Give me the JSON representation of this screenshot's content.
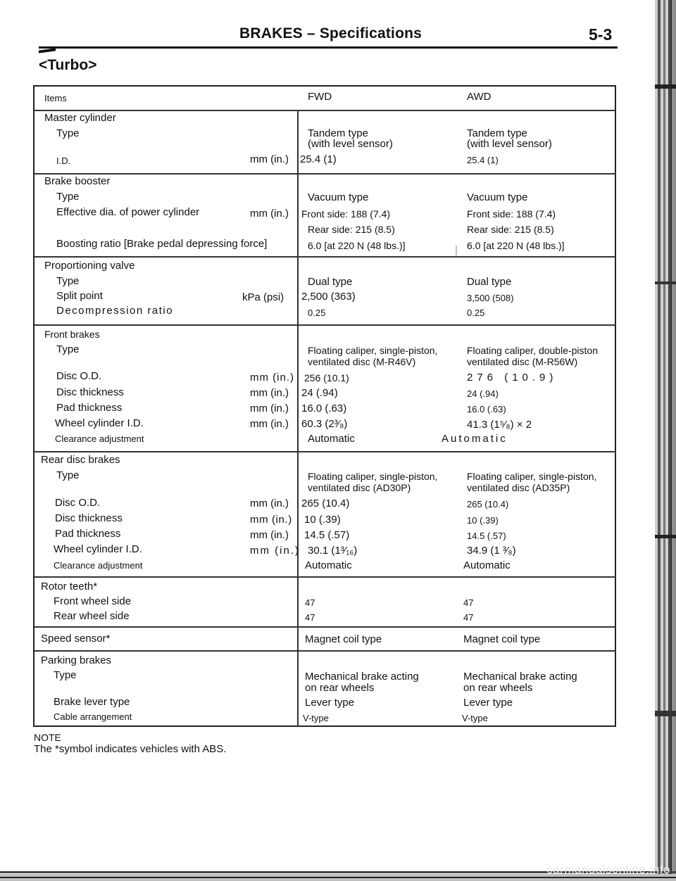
{
  "header": {
    "title": "BRAKES – Specifications",
    "page": "5-3"
  },
  "subtitle": "<Turbo>",
  "columns": {
    "items": "Items",
    "fwd": "FWD",
    "awd": "AWD"
  },
  "master_cylinder": {
    "title": "Master cylinder",
    "type_label": "Type",
    "type_fwd_1": "Tandem type",
    "type_fwd_2": "(with level sensor)",
    "type_awd_1": "Tandem type",
    "type_awd_2": "(with level sensor)",
    "id_label": "I.D.",
    "id_unit": "mm (in.)",
    "id_fwd": "25.4 (1)",
    "id_awd": "25.4 (1)"
  },
  "brake_booster": {
    "title": "Brake booster",
    "type_label": "Type",
    "type_fwd": "Vacuum type",
    "type_awd": "Vacuum type",
    "eff_label": "Effective dia. of power cylinder",
    "eff_unit": "mm (in.)",
    "front_fwd": "Front side: 188 (7.4)",
    "rear_fwd": "Rear side: 215 (8.5)",
    "front_awd": "Front side: 188 (7.4)",
    "rear_awd": "Rear side: 215 (8.5)",
    "ratio_label": "Boosting ratio [Brake pedal depressing force]",
    "ratio_fwd": "6.0 [at 220 N (48 lbs.)]",
    "ratio_awd": "6.0 [at 220 N (48 lbs.)]"
  },
  "proportioning_valve": {
    "title": "Proportioning valve",
    "type_label": "Type",
    "type_fwd": "Dual type",
    "type_awd": "Dual type",
    "split_label": "Split point",
    "split_unit": "kPa (psi)",
    "split_fwd": "2,500 (363)",
    "split_awd": "3,500 (508)",
    "decomp_label": "Decompression ratio",
    "decomp_fwd": "0.25",
    "decomp_awd": "0.25"
  },
  "front_brakes": {
    "title": "Front brakes",
    "type_label": "Type",
    "type_fwd_1": "Floating caliper, single-piston,",
    "type_fwd_2": "ventilated disc (M-R46V)",
    "type_awd_1": "Floating caliper, double-piston",
    "type_awd_2": "ventilated disc (M-R56W)",
    "disc_od_label": "Disc O.D.",
    "disc_od_unit": "mm (in.)",
    "disc_od_fwd": "256 (10.1)",
    "disc_od_awd": "276 (10.9)",
    "disc_th_label": "Disc thickness",
    "disc_th_unit": "mm (in.)",
    "disc_th_fwd": "24 (.94)",
    "disc_th_awd": "24 (.94)",
    "pad_label": "Pad thickness",
    "pad_unit": "mm (in.)",
    "pad_fwd": "16.0 (.63)",
    "pad_awd": "16.0 (.63)",
    "wc_label": "Wheel cylinder I.D.",
    "wc_unit": "mm (in.)",
    "wc_fwd": "60.3 (2³⁄₈)",
    "wc_awd": "41.3 (1⁵⁄₈) × 2",
    "clr_label": "Clearance adjustment",
    "clr_fwd": "Automatic",
    "clr_awd": "Automatic"
  },
  "rear_brakes": {
    "title": "Rear disc brakes",
    "type_label": "Type",
    "type_fwd_1": "Floating caliper, single-piston,",
    "type_fwd_2": "ventilated disc (AD30P)",
    "type_awd_1": "Floating caliper, single-piston,",
    "type_awd_2": "ventilated disc (AD35P)",
    "disc_od_label": "Disc O.D.",
    "disc_od_unit": "mm (in.)",
    "disc_od_fwd": "265 (10.4)",
    "disc_od_awd": "265 (10.4)",
    "disc_th_label": "Disc thickness",
    "disc_th_unit": "mm (in.)",
    "disc_th_fwd": "10 (.39)",
    "disc_th_awd": "10 (.39)",
    "pad_label": "Pad thickness",
    "pad_unit": "mm (in.)",
    "pad_fwd": "14.5 (.57)",
    "pad_awd": "14.5 (.57)",
    "wc_label": "Wheel cylinder I.D.",
    "wc_unit": "mm (in.)",
    "wc_fwd": "30.1 (1³⁄₁₆)",
    "wc_awd": "34.9 (1 ³⁄₈)",
    "clr_label": "Clearance adjustment",
    "clr_fwd": "Automatic",
    "clr_awd": "Automatic"
  },
  "rotor_teeth": {
    "title": "Rotor teeth*",
    "front_label": "Front wheel side",
    "front_fwd": "47",
    "front_awd": "47",
    "rear_label": "Rear wheel side",
    "rear_fwd": "47",
    "rear_awd": "47"
  },
  "speed_sensor": {
    "title": "Speed sensor*",
    "fwd": "Magnet coil type",
    "awd": "Magnet coil type"
  },
  "parking_brakes": {
    "title": "Parking brakes",
    "type_label": "Type",
    "type_fwd_1": "Mechanical brake acting",
    "type_fwd_2": "on rear wheels",
    "type_awd_1": "Mechanical brake acting",
    "type_awd_2": "on rear wheels",
    "lever_label": "Brake lever type",
    "lever_fwd": "Lever type",
    "lever_awd": "Lever type",
    "cable_label": "Cable arrangement",
    "cable_fwd": "V-type",
    "cable_awd": "V-type"
  },
  "note": {
    "title": "NOTE",
    "text": "The *symbol indicates vehicles with ABS."
  },
  "footer": {
    "url": "carmanualsonline.info"
  }
}
